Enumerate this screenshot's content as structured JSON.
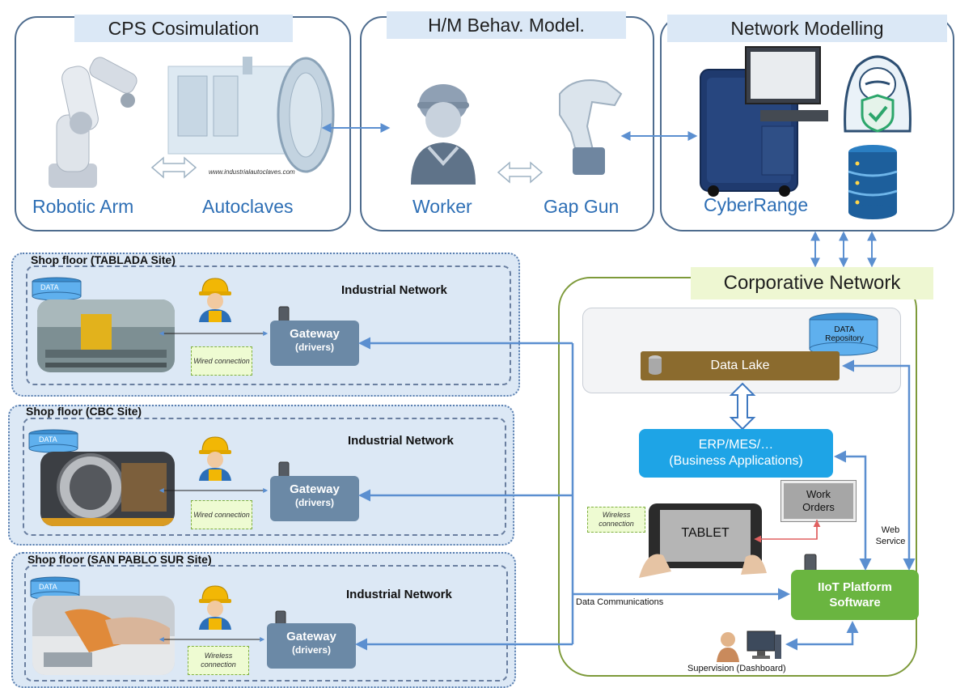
{
  "panels": {
    "cps": {
      "title": "CPS Cosimulation",
      "label_left": "Robotic Arm",
      "label_right": "Autoclaves",
      "watermark": "www.industrialautoclaves.com"
    },
    "hm": {
      "title": "H/M Behav. Model.",
      "label_left": "Worker",
      "label_right": "Gap Gun"
    },
    "net": {
      "title": "Network Modelling",
      "label": "CyberRange"
    }
  },
  "corporative": {
    "title": "Corporative Network",
    "data_lake": "Data Lake",
    "data_repository": "DATA Repository",
    "erp_line1": "ERP/MES/…",
    "erp_line2": "(Business Applications)",
    "work_orders": "Work Orders",
    "tablet": "TABLET",
    "wireless_connection": "Wireless connection",
    "web_service": "Web Service",
    "iiot_line1": "IIoT Platform",
    "iiot_line2": "Software",
    "data_communications": "Data Communications",
    "supervision": "Supervision (Dashboard)"
  },
  "sites": [
    {
      "title": "Shop floor (TABLADA Site)",
      "network": "Industrial Network",
      "data": "DATA",
      "gateway": "Gateway",
      "drivers": "(drivers)",
      "connection": "Wired connection"
    },
    {
      "title": "Shop floor (CBC Site)",
      "network": "Industrial Network",
      "data": "DATA",
      "gateway": "Gateway",
      "drivers": "(drivers)",
      "connection": "Wired connection"
    },
    {
      "title": "Shop floor (SAN PABLO SUR Site)",
      "network": "Industrial Network",
      "data": "DATA",
      "gateway": "Gateway",
      "drivers": "(drivers)",
      "connection": "Wireless connection"
    }
  ],
  "colors": {
    "panel_border": "#4e6c8e",
    "label_blue": "#2e6fb5",
    "arrow_blue": "#5b8fd0",
    "data_lake_brown": "#8b6b2e",
    "erp_blue": "#1ea4e6",
    "iiot_green": "#6ab540",
    "corporative_border": "#7d9a3a"
  }
}
